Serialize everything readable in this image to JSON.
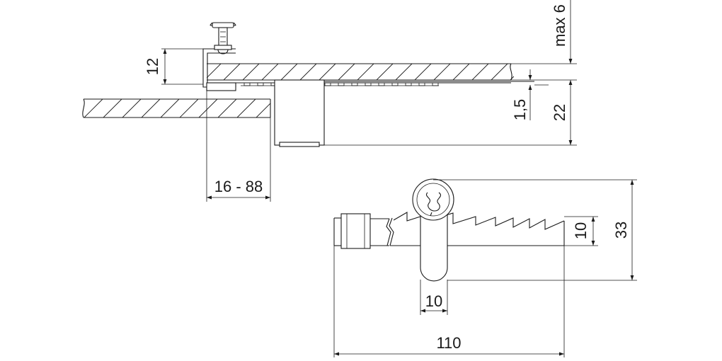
{
  "dimensions": {
    "clamp_thickness": "12",
    "range": "16 - 88",
    "gap": "1,5",
    "height": "22",
    "max_label": "max 6",
    "depth": "10",
    "total_height": "33",
    "width": "10",
    "length": "110"
  }
}
